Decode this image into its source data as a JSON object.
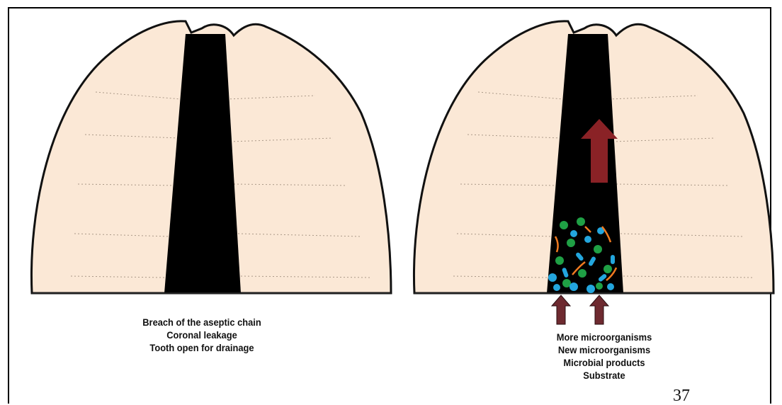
{
  "left_panel": {
    "caption": [
      "Breach of the aseptic chain",
      "Coronal leakage",
      "Tooth open for drainage"
    ]
  },
  "right_panel": {
    "caption": [
      "More microorganisms",
      "New microorganisms",
      "Microbial products",
      "Substrate"
    ]
  },
  "slide_number": "37",
  "colors": {
    "dentin": "#fbe8d6",
    "canal": "#000000",
    "arrow": "#8a2226",
    "bacteria_green": "#1fa045",
    "bacteria_blue": "#23a6de",
    "bacteria_orange": "#f07a20"
  }
}
